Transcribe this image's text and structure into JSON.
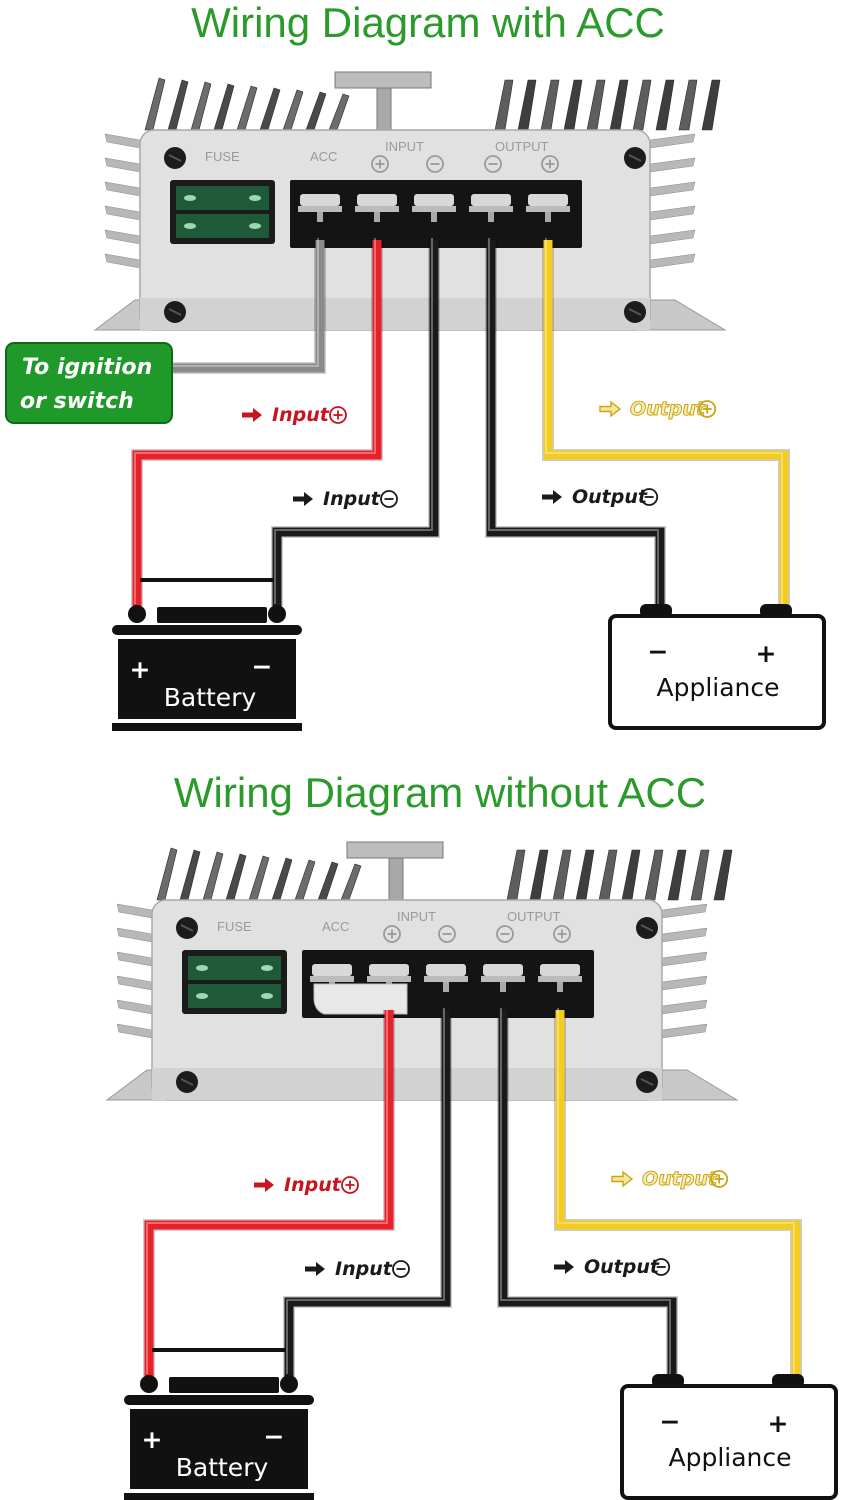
{
  "diagrams": [
    {
      "title": "Wiring Diagram with ACC",
      "has_acc": true,
      "panel_labels": {
        "fuse": "FUSE",
        "acc": "ACC",
        "input": "INPUT",
        "output": "OUTPUT"
      },
      "terminal_polarity": [
        "+",
        "−",
        "−",
        "+"
      ],
      "ignition_label": [
        "To ignition",
        "or switch"
      ],
      "wire_labels": {
        "input_pos": "Input",
        "input_neg": "Input",
        "output_pos": "Output",
        "output_neg": "Output"
      },
      "battery": {
        "label": "Battery",
        "plus": "+",
        "minus": "−"
      },
      "appliance": {
        "label": "Appliance",
        "plus": "+",
        "minus": "−"
      }
    },
    {
      "title": "Wiring Diagram without ACC",
      "has_acc": false,
      "panel_labels": {
        "fuse": "FUSE",
        "acc": "ACC",
        "input": "INPUT",
        "output": "OUTPUT"
      },
      "terminal_polarity": [
        "+",
        "−",
        "−",
        "+"
      ],
      "wire_labels": {
        "input_pos": "Input",
        "input_neg": "Input",
        "output_pos": "Output",
        "output_neg": "Output"
      },
      "battery": {
        "label": "Battery",
        "plus": "+",
        "minus": "−"
      },
      "appliance": {
        "label": "Appliance",
        "plus": "+",
        "minus": "−"
      }
    }
  ],
  "colors": {
    "title": "#2a9a2a",
    "wire_red": "#e8202a",
    "wire_black": "#1a1a1a",
    "wire_yellow": "#f2cc20",
    "wire_gray": "#8a8a8a",
    "ignition_box": "#1f9a2a",
    "label_red": "#c8141e",
    "label_yellow": "#c9a514"
  }
}
